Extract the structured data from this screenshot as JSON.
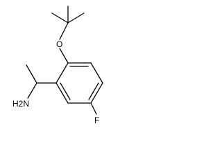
{
  "diagram": {
    "type": "skeletal-structure",
    "atoms": {
      "oxygen": "O",
      "fluorine": "F",
      "amine": "H2N"
    }
  }
}
